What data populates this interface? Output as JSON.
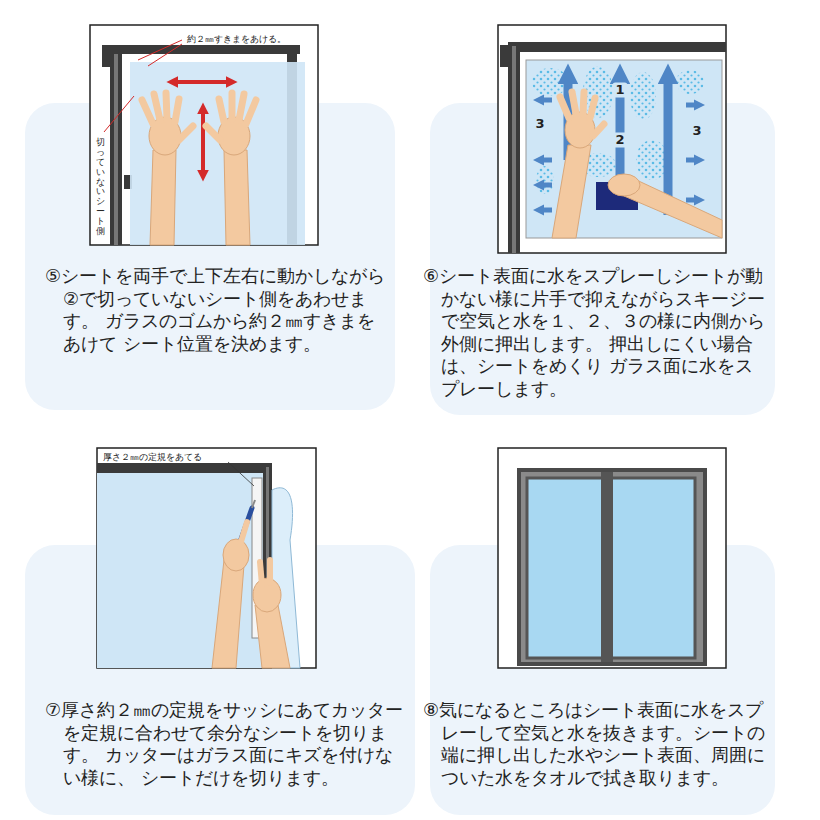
{
  "diagram": {
    "nodes": [
      {
        "text": [
          "⑤シートを両手で上下左右に動かしながら ②で切っていないシート側をあわせます。 ガラスのゴムから約２㎜すきまをあけて シート位置を決めます。"
        ]
      },
      {
        "text": [
          "⑥シート表面に水をスプレーしシートが動 かない様に片手で抑えながらスキージー で空気と水を１、２、３の様に内側から 外側に押出します。 押出しにくい場合は、シートをめくり ガラス面に水をスプレーします。"
        ]
      },
      {
        "text": [
          "⑦厚さ約２㎜の定規をサッシにあてカッター を定規に合わせて余分なシートを切ります。 カッターはガラス面にキズを付けない様に、 シートだけを切ります。"
        ]
      },
      {
        "text": [
          "⑧気になるところはシート表面に水をスプ レーして空気と水を抜きます。シートの 端に押し出した水やシート表面、周囲に ついた水をタオルで拭き取ります。"
        ]
      }
    ],
    "labels": [
      "約２㎜すきまをあける。",
      "切っていないシート側",
      "1",
      "3",
      "3",
      "2",
      "厚さ２㎜の定規をあてる"
    ]
  }
}
